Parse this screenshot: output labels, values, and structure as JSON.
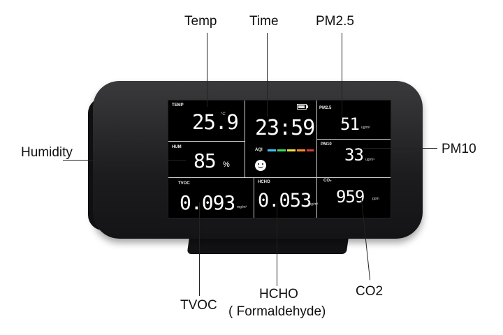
{
  "callouts": {
    "temp": "Temp",
    "time": "Time",
    "pm25": "PM2.5",
    "humidity": "Humidity",
    "pm10": "PM10",
    "tvoc": "TVOC",
    "hcho_line1": "HCHO",
    "hcho_line2": "( Formaldehyde)",
    "co2": "CO2"
  },
  "screen": {
    "temp": {
      "label": "TEMP",
      "value": "25.9",
      "unit": "°C"
    },
    "time": {
      "value": "23:59"
    },
    "pm25": {
      "label": "PM2.5",
      "value": "51",
      "unit": "ug/m³"
    },
    "hum": {
      "label": "HUM",
      "value": "85",
      "unit": "%"
    },
    "aqi": {
      "label": "AQI",
      "colors": [
        "#3ec1ff",
        "#3ddc5a",
        "#f2e23a",
        "#ff8a2a",
        "#e23838"
      ]
    },
    "pm10": {
      "label": "PM10",
      "value": "33",
      "unit": "ug/m³"
    },
    "tvoc": {
      "label": "TVOC",
      "value": "0.093",
      "unit": "mg/m³"
    },
    "hcho": {
      "label": "HCHO",
      "value": "0.053",
      "unit": "mg/m³"
    },
    "co2": {
      "label": "CO₂",
      "value": "959",
      "unit": "ppm"
    }
  }
}
